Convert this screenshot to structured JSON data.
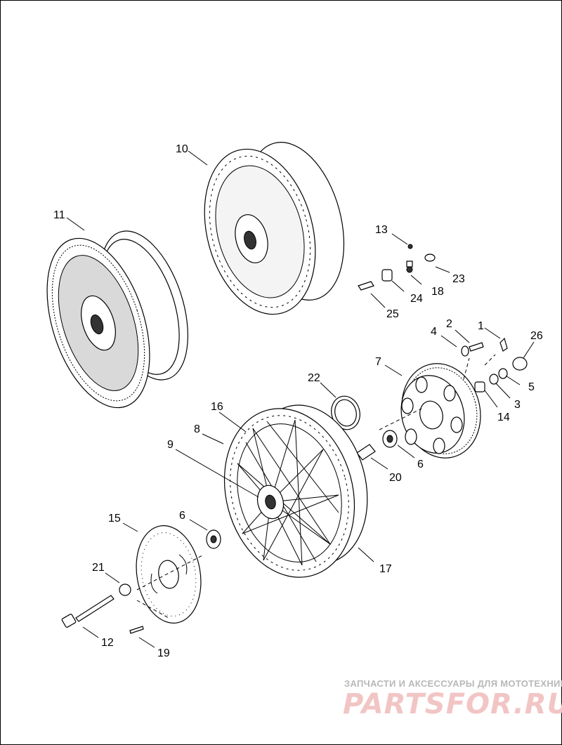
{
  "callouts": {
    "c1": "1",
    "c2": "2",
    "c3": "3",
    "c4": "4",
    "c5": "5",
    "c6a": "6",
    "c6b": "6",
    "c7": "7",
    "c8": "8",
    "c9": "9",
    "c10": "10",
    "c11": "11",
    "c12": "12",
    "c13": "13",
    "c14": "14",
    "c15": "15",
    "c16": "16",
    "c17": "17",
    "c18": "18",
    "c19": "19",
    "c20": "20",
    "c21": "21",
    "c22": "22",
    "c23": "23",
    "c24": "24",
    "c25": "25",
    "c26": "26"
  },
  "watermark": {
    "tagline": "ЗАПЧАСТИ И АКСЕССУАРЫ ДЛЯ МОТОТЕХНИКИ",
    "logo": "PARTSFOR.RU"
  },
  "colors": {
    "line": "#000000",
    "background": "#ffffff",
    "watermark_text": "#b8b8b8",
    "watermark_logo": "#f2c5c5"
  }
}
